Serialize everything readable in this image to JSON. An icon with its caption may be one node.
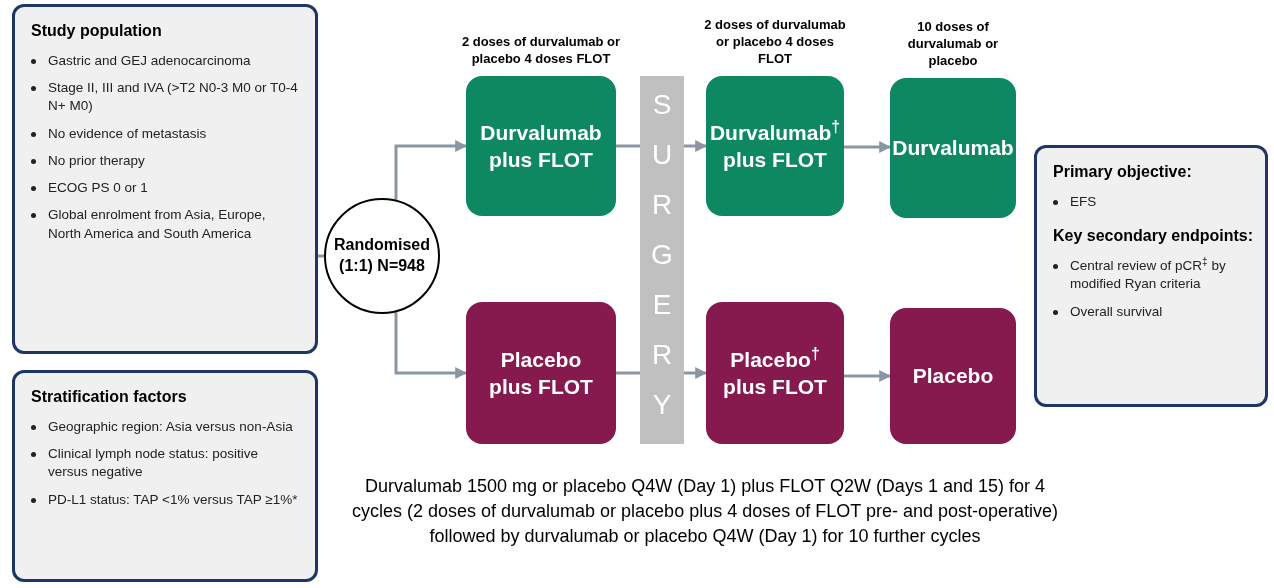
{
  "diagram": {
    "nodes": [
      {
        "text": [
          "Study population",
          "Gastric and GEJ adenocarcinoma",
          "Stage II, III and IVA (>T2 N0-3 M0 or T0-4 N+ M0)",
          "No evidence of metastasis",
          "No prior therapy",
          "ECOG PS 0 or 1",
          "Global enrolment from Asia, Europe, North America and South America"
        ]
      },
      {
        "text": [
          "Stratification factors",
          "Geographic region: Asia versus non-Asia",
          "Clinical lymph node status: positive versus negative",
          "PD-L1 status: TAP <1% versus TAP ≥1%*"
        ]
      },
      {
        "text": [
          "Randomised (1:1) N=948"
        ]
      },
      {
        "text": [
          "Durvalumab plus FLOT"
        ],
        "beside": [
          "2 doses of durvalumab or placebo 4 doses FLOT"
        ]
      },
      {
        "text": [
          "Placebo plus FLOT"
        ]
      },
      {
        "text": [
          "SURGERY"
        ]
      },
      {
        "text": [
          "Durvalumab$^{†}$ plus FLOT"
        ],
        "beside": [
          "2 doses of durvalumab or placebo 4 doses FLOT"
        ]
      },
      {
        "text": [
          "Placebo$^{†}$ plus FLOT"
        ]
      },
      {
        "text": [
          "Durvalumab"
        ],
        "beside": [
          "10 doses of durvalumab or placebo"
        ]
      },
      {
        "text": [
          "Placebo"
        ]
      },
      {
        "text": [
          "Primary objective:",
          "EFS",
          "Key secondary endpoints:",
          "Central review of pCR$^{‡}$ by modified Ryan criteria",
          "Overall survival"
        ]
      }
    ],
    "edges": [
      {
        "from": 0,
        "to": 2,
        "arrow": "none"
      },
      {
        "from": 2,
        "to": 3,
        "arrow": "to"
      },
      {
        "from": 2,
        "to": 4,
        "arrow": "to"
      },
      {
        "from": 3,
        "to": 5,
        "arrow": "none"
      },
      {
        "from": 5,
        "to": 6,
        "arrow": "to"
      },
      {
        "from": 4,
        "to": 5,
        "arrow": "none"
      },
      {
        "from": 5,
        "to": 7,
        "arrow": "to"
      },
      {
        "from": 6,
        "to": 8,
        "arrow": "to"
      },
      {
        "from": 7,
        "to": 9,
        "arrow": "to"
      }
    ],
    "labels": [
      "Durvalumab 1500 mg or placebo Q4W (Day 1) plus FLOT Q2W (Days 1 and 15) for 4 cycles (2 doses of durvalumab or placebo plus 4 doses of FLOT pre- and post-operative) followed by durvalumab or placebo Q4W (Day 1) for 10 further cycles"
    ]
  }
}
